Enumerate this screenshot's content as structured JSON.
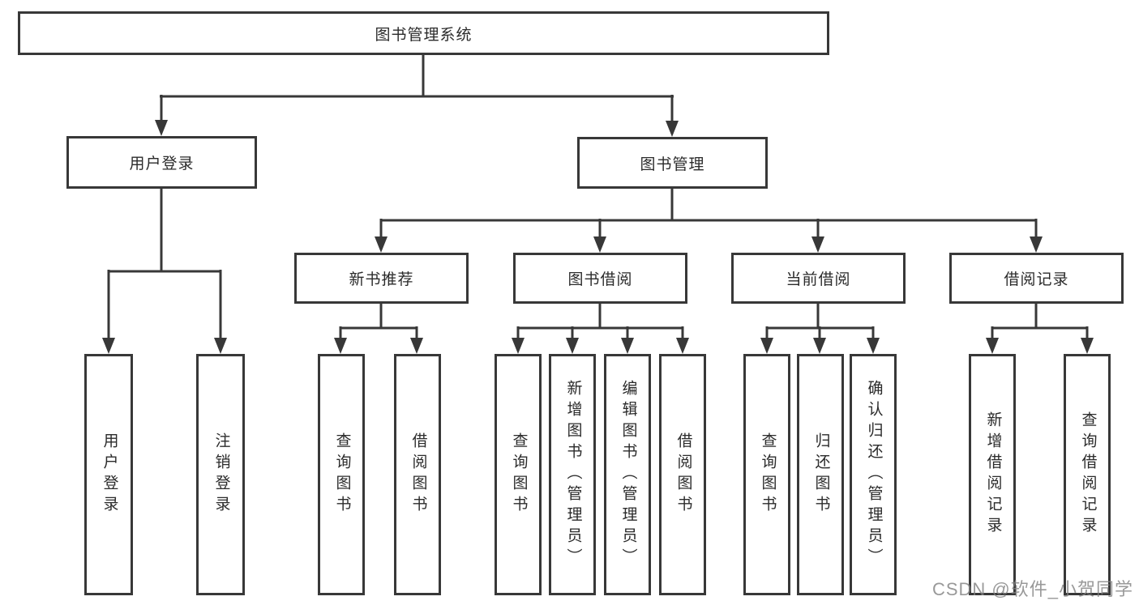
{
  "tree": {
    "label": "图书管理系统",
    "children": [
      {
        "label": "用户登录",
        "children": [
          {
            "label": "用户登录"
          },
          {
            "label": "注销登录"
          }
        ]
      },
      {
        "label": "图书管理",
        "children": [
          {
            "label": "新书推荐",
            "children": [
              {
                "label": "查询图书"
              },
              {
                "label": "借阅图书"
              }
            ]
          },
          {
            "label": "图书借阅",
            "children": [
              {
                "label": "查询图书"
              },
              {
                "label": "新增图书（管理员）"
              },
              {
                "label": "编辑图书（管理员）"
              },
              {
                "label": "借阅图书"
              }
            ]
          },
          {
            "label": "当前借阅",
            "children": [
              {
                "label": "查询图书"
              },
              {
                "label": "归还图书"
              },
              {
                "label": "确认归还（管理员）"
              }
            ]
          },
          {
            "label": "借阅记录",
            "children": [
              {
                "label": "新增借阅记录"
              },
              {
                "label": "查询借阅记录"
              }
            ]
          }
        ]
      }
    ]
  },
  "watermark": {
    "text": "CSDN @软件_小贺同学"
  },
  "colors": {
    "line": "#383838",
    "text": "#2b2b2b",
    "watermark": "#808080"
  }
}
